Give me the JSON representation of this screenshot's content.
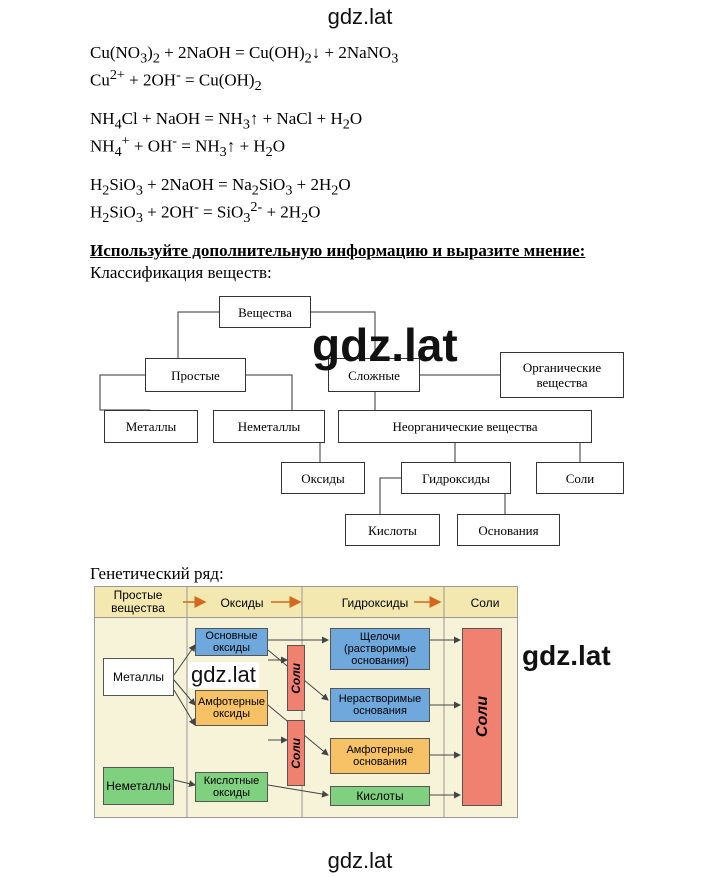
{
  "watermark": "gdz.lat",
  "equations": {
    "eq1": [
      "Cu(NO",
      "3",
      ")",
      "2",
      " + 2NaOH = Cu(OH)",
      "2",
      "↓ + 2NaNO",
      "3"
    ],
    "eq2": [
      "Cu",
      "2+",
      " + 2OH",
      "-",
      " = Cu(OH)",
      "2"
    ],
    "eq3": [
      "NH",
      "4",
      "Cl + NaOH = NH",
      "3",
      "↑ + NaCl + H",
      "2",
      "O"
    ],
    "eq4": [
      "NH",
      "4",
      "+",
      " + OH",
      "-",
      " = NH",
      "3",
      "↑  + H",
      "2",
      "O"
    ],
    "eq5": [
      "H",
      "2",
      "SiO",
      "3",
      " + 2NaOH = Na",
      "2",
      "SiO",
      "3",
      " + 2H",
      "2",
      "O"
    ],
    "eq6": [
      "H",
      "2",
      "SiO",
      "3",
      " + 2OH",
      "-",
      " = SiO",
      "3",
      "2-",
      " + 2H",
      "2",
      "O"
    ]
  },
  "heading": "Используйте дополнительную информацию и выразите мнение:",
  "classification": {
    "title": "Классификация веществ:",
    "substances": "Вещества",
    "simple": "Простые",
    "complex": "Сложные",
    "organic": "Органические вещества",
    "metals": "Металлы",
    "nonmetals": "Неметаллы",
    "inorganic": "Неорганические вещества",
    "oxides": "Оксиды",
    "hydroxides": "Гидроксиды",
    "salts": "Соли",
    "acids": "Кислоты",
    "bases": "Основания"
  },
  "genetic": {
    "title": "Генетический ряд:",
    "header_simple": "Простые вещества",
    "header_oxides": "Оксиды",
    "header_hydroxides": "Гидроксиды",
    "header_salts": "Соли",
    "metals": "Металлы",
    "nonmetals": "Неметаллы",
    "basic_oxides": "Основные оксиды",
    "amphoteric_oxides": "Амфотерные оксиды",
    "acidic_oxides": "Кислотные оксиды",
    "alkalis": "Щелочи (растворимые основания)",
    "insoluble_bases": "Нерастворимые основания",
    "amphoteric_bases": "Амфотерные основания",
    "acids": "Кислоты",
    "salts_vertical": "Соли",
    "colors": {
      "header": "#f2e8b0",
      "panel": "#f7f3d8",
      "blue": "#6fa8dc",
      "orange": "#f6c265",
      "green": "#7fd17f",
      "salts": "#f08070",
      "metals": "#ffffff"
    }
  }
}
